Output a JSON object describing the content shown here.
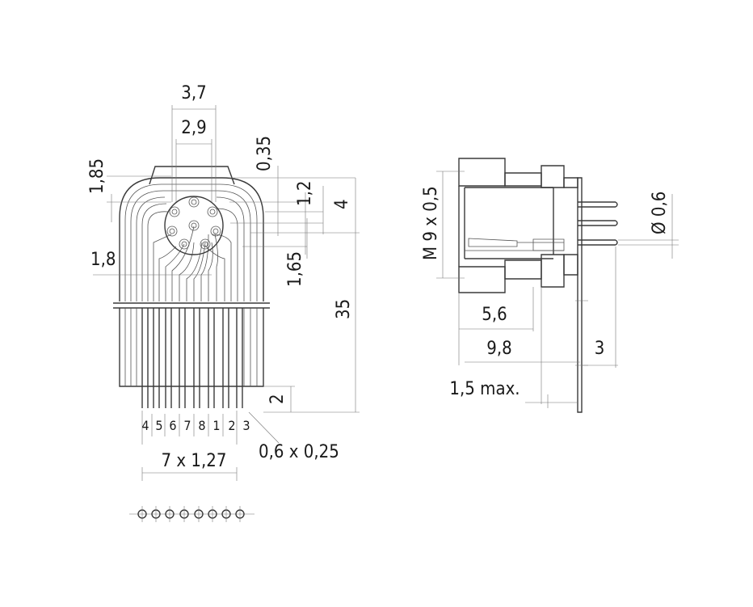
{
  "front_view": {
    "dim_width_outer": "3,7",
    "dim_width_inner": "2,9",
    "dim_top_offset": "1,85",
    "dim_wall": "0,35",
    "dim_height_small": "1,2",
    "dim_height": "4",
    "dim_pitch": "1,8",
    "dim_row_offset": "1,65",
    "dim_length": "35",
    "dim_pin_end": "2",
    "dim_pin_pitch": "7 x 1,27",
    "dim_pin_section": "0,6 x 0,25",
    "pin_labels": [
      "4",
      "5",
      "6",
      "7",
      "8",
      "1",
      "2",
      "3"
    ]
  },
  "side_view": {
    "dim_thread": "M 9 x 0,5",
    "dim_pin_dia": "Ø 0,6",
    "dim_depth_1": "5,6",
    "dim_depth_2": "9,8",
    "dim_panel": "3",
    "dim_panel_max": "1,5 max."
  }
}
